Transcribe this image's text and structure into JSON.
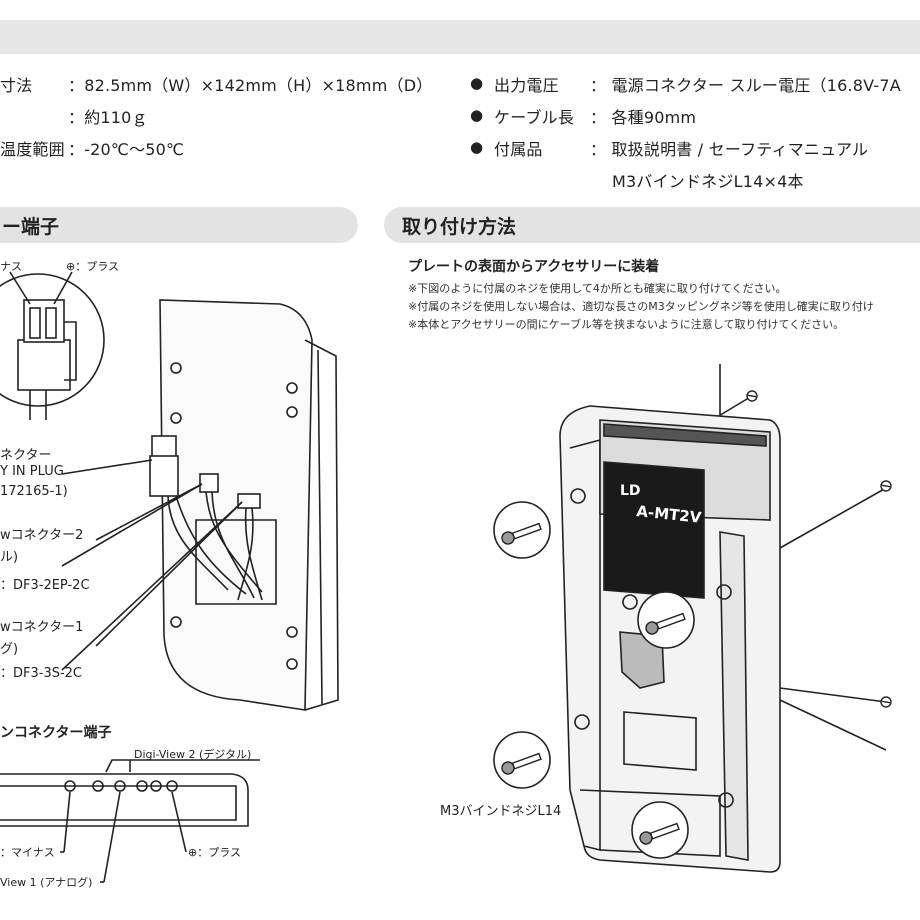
{
  "specs_left": [
    {
      "label": "寸法",
      "value": "：82.5mm（W）×142mm（H）×18mm（D）"
    },
    {
      "label": "",
      "value": "：約110ｇ"
    },
    {
      "label": "温度範囲",
      "value": "：-20℃〜50℃"
    }
  ],
  "specs_right": [
    {
      "label": "出力電圧",
      "value": "： 電源コネクター スルー電圧（16.8V-7A"
    },
    {
      "label": "ケーブル長",
      "value": "： 各種90mm"
    },
    {
      "label": "付属品",
      "value": "： 取扱説明書 / セーフティマニュアル"
    },
    {
      "label": "",
      "value": "M3バインドネジL14×4本"
    }
  ],
  "bullet": "●",
  "sections": {
    "left_title": "ー端子",
    "right_title": "取り付け方法"
  },
  "left_diagram": {
    "minus_label": "ナス",
    "plus_label": "⊕：プラス",
    "connector_label_1": "ネクター",
    "connector_label_2": "Y IN PLUG",
    "connector_label_3": "172165-1)",
    "w2_label_1": "wコネクター2",
    "w2_label_2": "ル)",
    "w2_label_3": "：DF3-2EP-2C",
    "w1_label_1": "wコネクター1",
    "w1_label_2": "グ)",
    "w1_label_3": "：DF3-3S-2C",
    "bottom_title": "ンコネクター端子",
    "digi2": "Digi-View 2 (デジタル)",
    "bottom_minus": "：マイナス",
    "bottom_plus": "⊕：プラス",
    "digi1": "View 1 (アナログ)"
  },
  "right_content": {
    "subtitle": "プレートの表面からアクセサリーに装着",
    "notes": [
      "※下図のように付属のネジを使用して4か所とも確実に取り付けてください。",
      "※付属のネジを使用しない場合は、適切な長さのM3タッピングネジ等を使用し確実に取り付け",
      "※本体とアクセサリーの間にケーブル等を挟まないように注意して取り付けてください。"
    ],
    "screw_label": "M3バインドネジL14",
    "plate_text": "A-MT2V"
  }
}
